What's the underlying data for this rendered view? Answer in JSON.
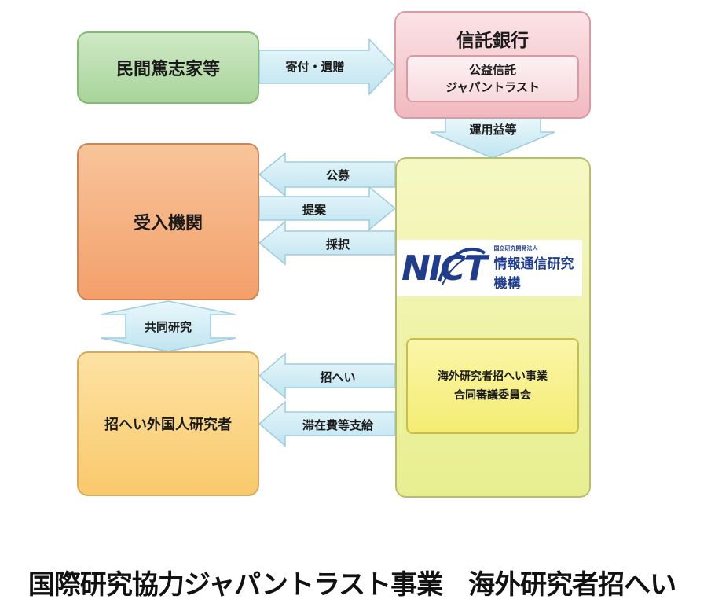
{
  "nodes": {
    "donors": "民間篤志家等",
    "trust_bank": "信託銀行",
    "trust_line1": "公益信託",
    "trust_line2": "ジャパントラスト",
    "receiving_institution": "受入機関",
    "invited_researcher": "招へい外国人研究者",
    "nict_logo_mark": "NICT",
    "nict_logo_small": "国立研究開発法人",
    "nict_logo_name": "情報通信研究機構",
    "committee_line1": "海外研究者招へい事業",
    "committee_line2": "合同審議委員会"
  },
  "edges": {
    "donation": "寄付・遺贈",
    "proceeds": "運用益等",
    "public_call": "公募",
    "proposal": "提案",
    "adoption": "採択",
    "joint_research": "共同研究",
    "invitation": "招へい",
    "stay_expenses": "滞在費等支給"
  },
  "colors": {
    "arrow_fill": "#d2eef6",
    "arrow_stroke": "#9ecddd",
    "nict_blue": "#1f3d8c"
  },
  "footer_title": "国際研究協力ジャパントラスト事業　海外研究者招へい"
}
